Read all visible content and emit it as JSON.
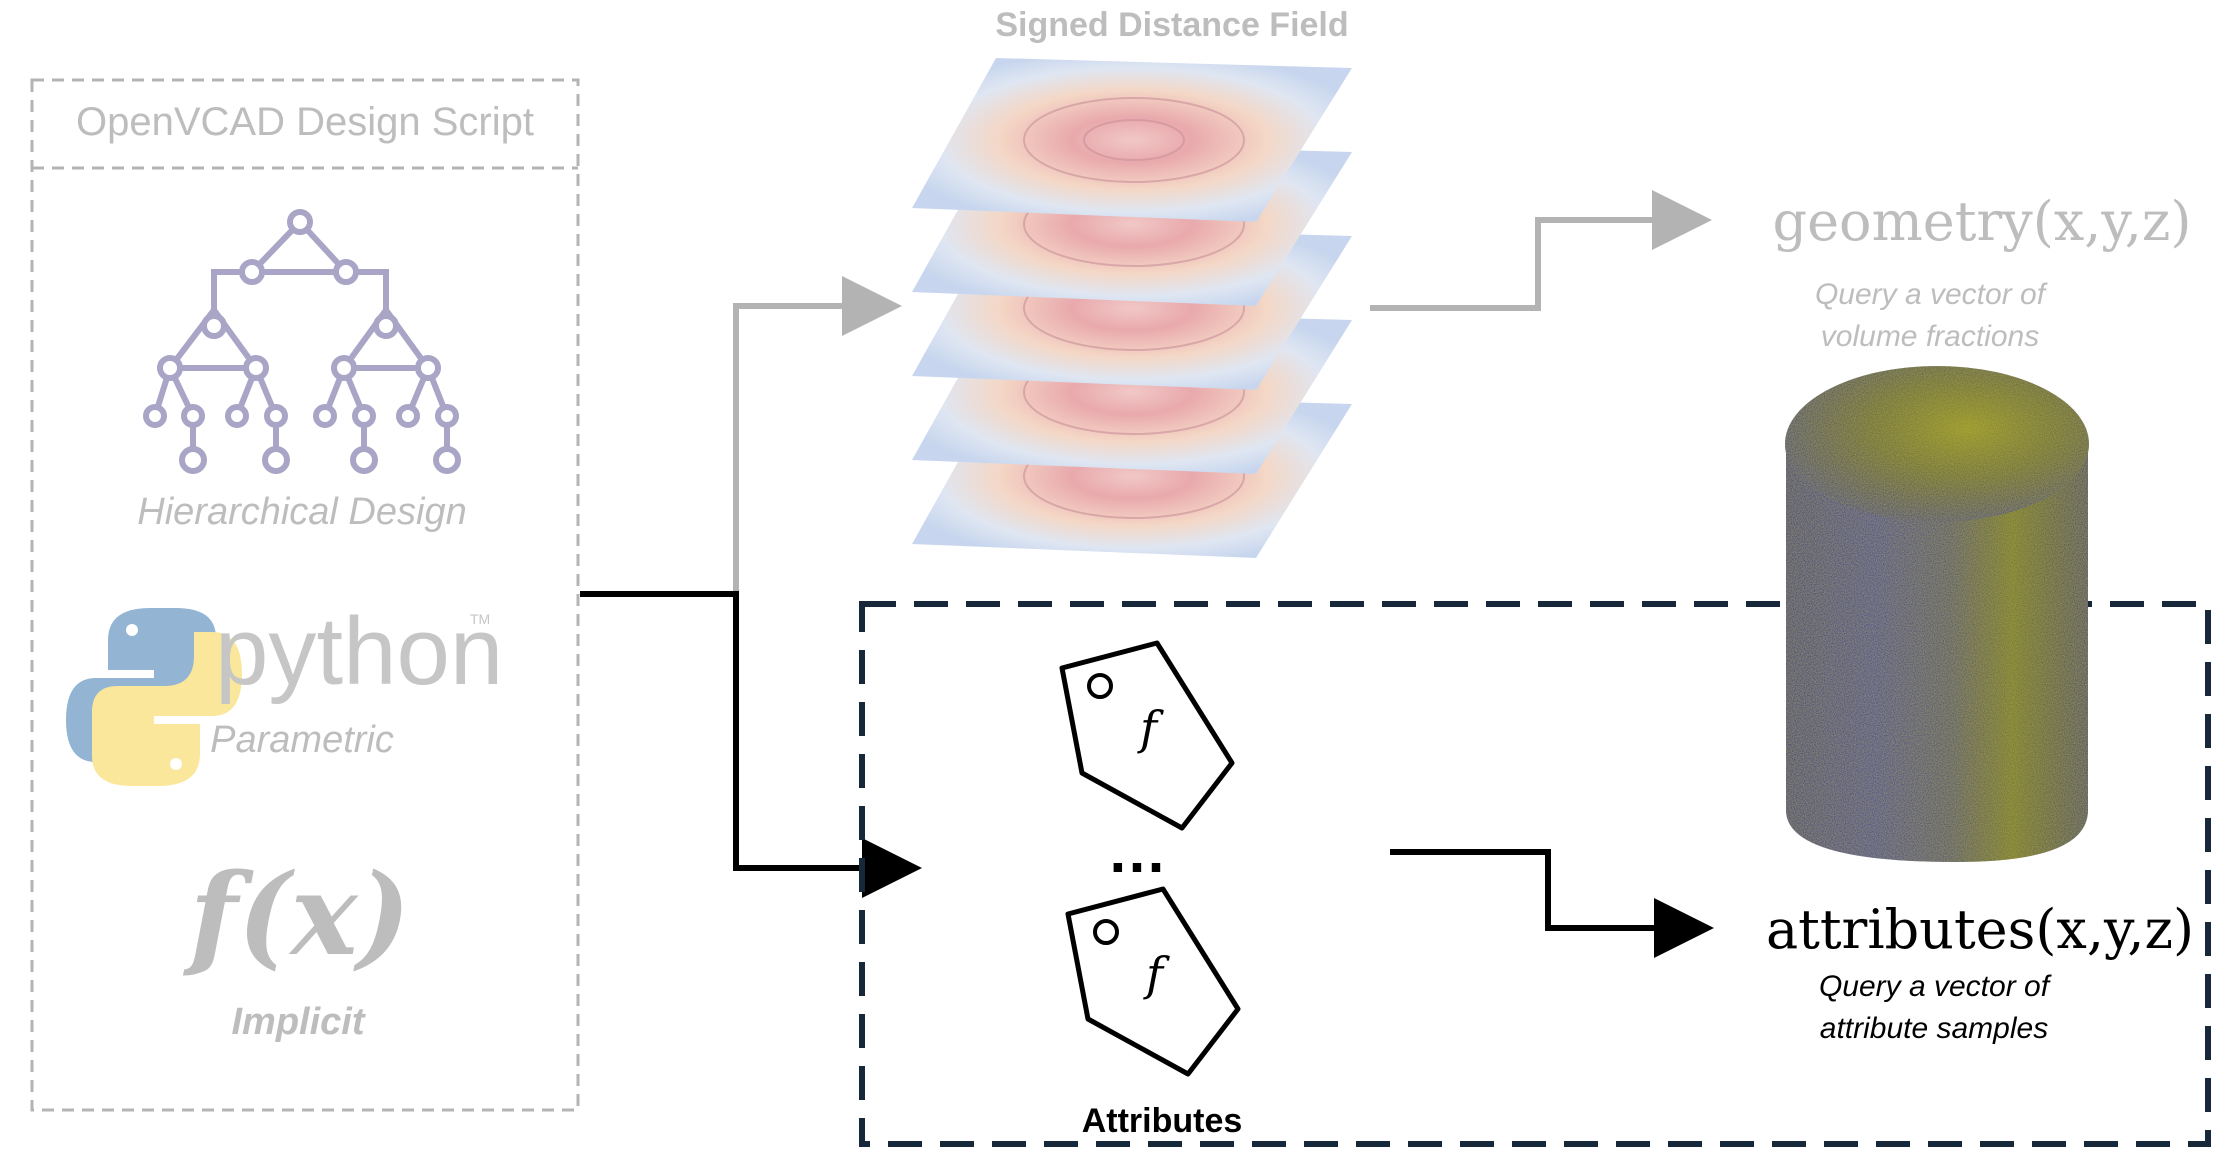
{
  "script_box": {
    "title": "OpenVCAD Design Script",
    "hierarchical_label": "Hierarchical Design",
    "python_wordmark": "python",
    "python_tm": "TM",
    "parametric_label": "Parametric",
    "fx_label": "f(x)",
    "implicit_label": "Implicit"
  },
  "sdf": {
    "title": "Signed Distance Field"
  },
  "geometry": {
    "function": "geometry(x,y,z)",
    "desc_line1": "Query a vector of",
    "desc_line2": "volume fractions"
  },
  "attributes_block": {
    "tag_symbol": "f",
    "ellipsis": "…",
    "label": "Attributes",
    "function": "attributes(x,y,z)",
    "desc_line1": "Query a vector of",
    "desc_line2": "attribute samples"
  },
  "colors": {
    "muted_text": "#bdbdbd",
    "dash_gray": "#b4b4b4",
    "tree_lavender": "#a9a5c6",
    "gray_arrow": "#b3b3b3",
    "black": "#000000",
    "navy_dash": "#16283a",
    "cylinder_blue": "#1e1e8c",
    "cylinder_yellow": "#8a8a14"
  },
  "icons": [
    "tree-icon",
    "python-logo-icon",
    "tag-icon",
    "cylinder-render"
  ]
}
